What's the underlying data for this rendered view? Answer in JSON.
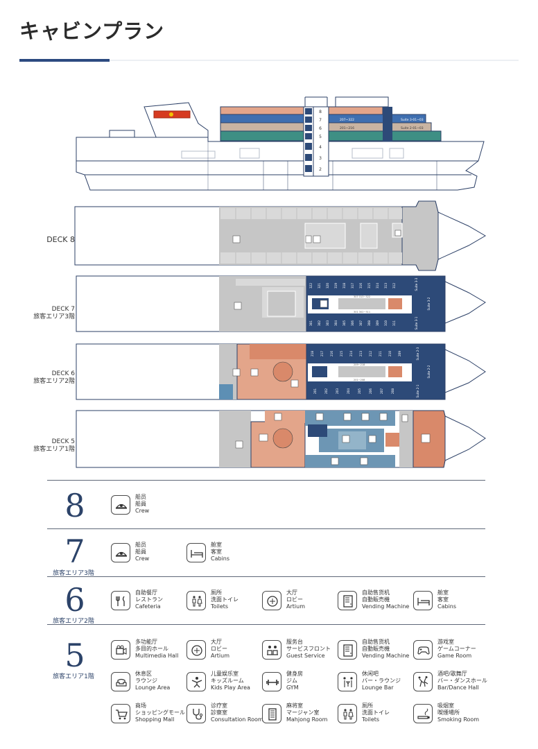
{
  "header": {
    "title": "キャビンプラン"
  },
  "profile": {
    "deck_numbers": [
      "8",
      "7",
      "6",
      "5",
      "4",
      "3",
      "2"
    ],
    "rooms_7": "207~322",
    "rooms_6": "201~216",
    "suite_7": "Suite 3-01~03",
    "suite_6": "Suite 2-01~03"
  },
  "decks": [
    {
      "id": "deck8",
      "label": "DECK 8",
      "sub": ""
    },
    {
      "id": "deck7",
      "label": "DECK 7",
      "sub": "旅客エリア3階"
    },
    {
      "id": "deck6",
      "label": "DECK 6",
      "sub": "旅客エリア2階"
    },
    {
      "id": "deck5",
      "label": "DECK 5",
      "sub": "旅客エリア1階"
    }
  ],
  "deck7_rooms": {
    "top": [
      "322",
      "321",
      "320",
      "319",
      "318",
      "317",
      "316",
      "315",
      "314",
      "313",
      "312"
    ],
    "bottom": [
      "301",
      "302",
      "303",
      "304",
      "305",
      "306",
      "307",
      "308",
      "309",
      "310",
      "311"
    ],
    "suites": [
      "Suite 3-3",
      "Suite 3-2",
      "Suite 3-1"
    ],
    "corridor_top": "307 313~322",
    "corridor_bottom": "301 302~311"
  },
  "deck6_rooms": {
    "top": [
      "218",
      "217",
      "216",
      "215",
      "214",
      "213",
      "212",
      "211",
      "210",
      "209"
    ],
    "bottom": [
      "201",
      "202",
      "203",
      "204",
      "205",
      "206",
      "207",
      "208"
    ],
    "suites": [
      "Suite 2-3",
      "Suite 2-2",
      "Suite 2-1"
    ],
    "corridor_top": "209~218",
    "corridor_bottom": "201~208"
  },
  "legend": [
    {
      "num": "8",
      "sub": "",
      "items": [
        {
          "icon": "crew-icon",
          "l1": "船员",
          "l2": "船員",
          "l3": "Crew"
        }
      ]
    },
    {
      "num": "7",
      "sub": "旅客エリア3階",
      "items": [
        {
          "icon": "crew-icon",
          "l1": "船员",
          "l2": "船員",
          "l3": "Crew"
        },
        {
          "icon": "bed-icon",
          "l1": "舱室",
          "l2": "客室",
          "l3": "Cabins"
        }
      ]
    },
    {
      "num": "6",
      "sub": "旅客エリア2階",
      "items": [
        {
          "icon": "cutlery-icon",
          "l1": "自助餐厅",
          "l2": "レストラン",
          "l3": "Cafeteria"
        },
        {
          "icon": "toilet-icon",
          "l1": "厕所",
          "l2": "洗面トイレ",
          "l3": "Toilets"
        },
        {
          "icon": "lobby-icon",
          "l1": "大厅",
          "l2": "ロビー",
          "l3": "Artium"
        },
        {
          "icon": "vending-icon",
          "l1": "自助售货机",
          "l2": "自動販売機",
          "l3": "Vending Machine"
        },
        {
          "icon": "bed-icon",
          "l1": "舱室",
          "l2": "客室",
          "l3": "Cabins"
        }
      ]
    },
    {
      "num": "5",
      "sub": "旅客エリア1階",
      "items": [
        {
          "icon": "projector-icon",
          "l1": "多功能厅",
          "l2": "多目的ホール",
          "l3": "Multimedia Hall"
        },
        {
          "icon": "lobby-icon",
          "l1": "大厅",
          "l2": "ロビー",
          "l3": "Artium"
        },
        {
          "icon": "service-icon",
          "l1": "服务台",
          "l2": "サービスフロント",
          "l3": "Guest Service"
        },
        {
          "icon": "vending-icon",
          "l1": "自助售货机",
          "l2": "自動販売機",
          "l3": "Vending Machine"
        },
        {
          "icon": "gamepad-icon",
          "l1": "游戏室",
          "l2": "ゲームコーナー",
          "l3": "Game Room"
        },
        {
          "icon": "sofa-icon",
          "l1": "休息区",
          "l2": "ラウンジ",
          "l3": "Lounge Area"
        },
        {
          "icon": "kids-icon",
          "l1": "儿童娱乐室",
          "l2": "キッズルーム",
          "l3": "Kids Play Area"
        },
        {
          "icon": "dumbbell-icon",
          "l1": "健身房",
          "l2": "ジム",
          "l3": "GYM"
        },
        {
          "icon": "lounge-bar-icon",
          "l1": "休闲吧",
          "l2": "バー・ラウンジ",
          "l3": "Lounge Bar"
        },
        {
          "icon": "dance-icon",
          "l1": "酒吧/歌舞厅",
          "l2": "バー・ダンスホール",
          "l3": "Bar/Dance Hall"
        },
        {
          "icon": "cart-icon",
          "l1": "商场",
          "l2": "ショッピングモール",
          "l3": "Shopping Mall"
        },
        {
          "icon": "stethoscope-icon",
          "l1": "诊疗室",
          "l2": "診察室",
          "l3": "Consultation Room"
        },
        {
          "icon": "mahjong-icon",
          "l1": "麻将室",
          "l2": "マージャン室",
          "l3": "Mahjong Room"
        },
        {
          "icon": "toilet-icon",
          "l1": "厕所",
          "l2": "洗面トイレ",
          "l3": "Toilets"
        },
        {
          "icon": "smoking-icon",
          "l1": "吸烟室",
          "l2": "喫煙場所",
          "l3": "Smoking Room"
        }
      ]
    }
  ],
  "colors": {
    "navy": "#2d4a78",
    "salmon": "#e3a58a",
    "orange": "#d9896a",
    "tan": "#c9b4a2",
    "teal": "#3e8f84",
    "blue": "#3f6fb0",
    "steel": "#6d96b4",
    "gray": "#c6c6c6",
    "red": "#d63a20"
  }
}
